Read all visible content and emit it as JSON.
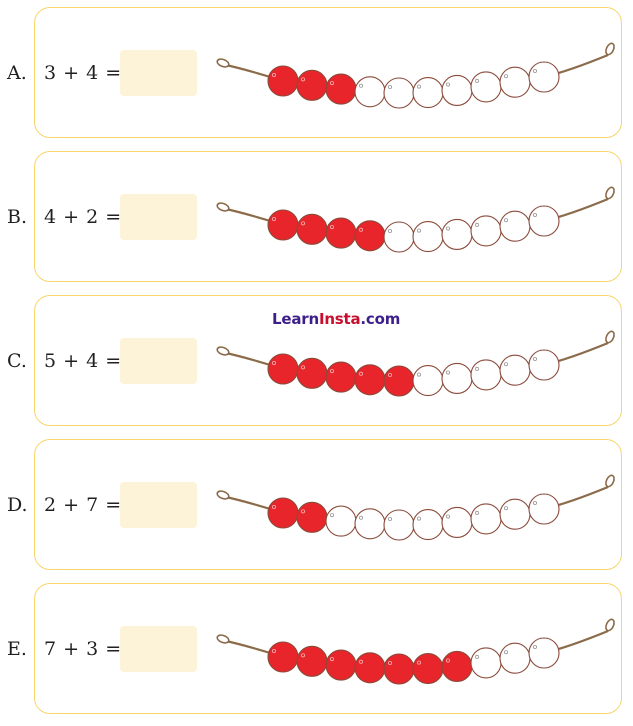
{
  "exercises": [
    {
      "label": "A.",
      "expression": "3 + 4 =",
      "addend1": 3,
      "addend2": 4,
      "red_beads": 3,
      "total_beads": 10,
      "answer": ""
    },
    {
      "label": "B.",
      "expression": "4 + 2 =",
      "addend1": 4,
      "addend2": 2,
      "red_beads": 4,
      "total_beads": 10,
      "answer": ""
    },
    {
      "label": "C.",
      "expression": "5 + 4 =",
      "addend1": 5,
      "addend2": 4,
      "red_beads": 5,
      "total_beads": 10,
      "answer": ""
    },
    {
      "label": "D.",
      "expression": "2 + 7 =",
      "addend1": 2,
      "addend2": 7,
      "red_beads": 2,
      "total_beads": 10,
      "answer": ""
    },
    {
      "label": "E.",
      "expression": "7 + 3 =",
      "addend1": 7,
      "addend2": 3,
      "red_beads": 7,
      "total_beads": 10,
      "answer": ""
    }
  ],
  "watermark": {
    "part1": "Learn",
    "part2": "Insta",
    "part3": ".com"
  },
  "colors": {
    "card_border": "#f8d66d",
    "answer_box": "#fdf3d8",
    "bead_red": "#e8252b",
    "bead_white": "#ffffff",
    "bead_outline": "#8a4a3a",
    "string": "#8b6b4a",
    "watermark_dark": "#3d1f8a",
    "watermark_red": "#c8102e"
  }
}
